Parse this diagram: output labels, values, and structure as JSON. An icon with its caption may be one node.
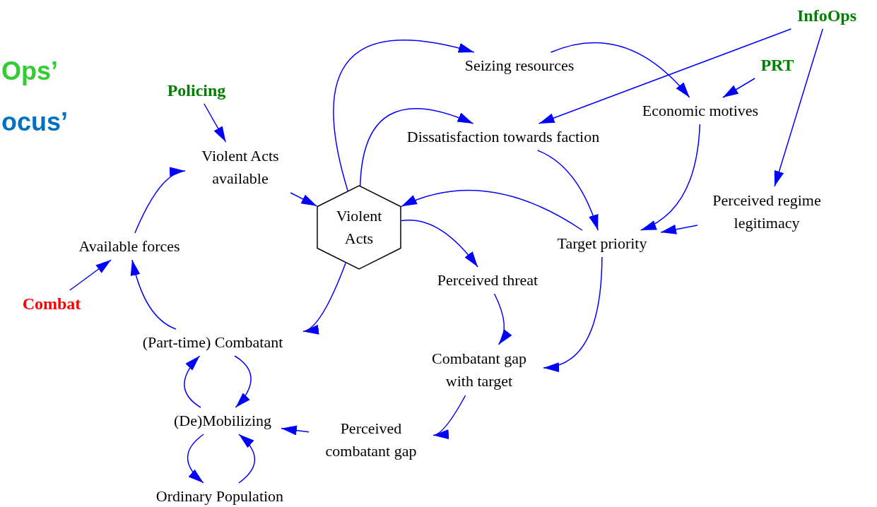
{
  "diagram": {
    "nodes": [
      {
        "text": [
          "Policing"
        ]
      },
      {
        "text": [
          "Violent Acts available"
        ]
      },
      {
        "text": [
          "Violent Acts"
        ]
      },
      {
        "text": [
          "Seizing resources"
        ]
      },
      {
        "text": [
          "Dissatisfaction towards faction"
        ]
      },
      {
        "text": [
          "InfoOps"
        ]
      },
      {
        "text": [
          "PRT"
        ]
      },
      {
        "text": [
          "Economic motives"
        ]
      },
      {
        "text": [
          "Perceived regime legitimacy"
        ]
      },
      {
        "text": [
          "Target priority"
        ]
      },
      {
        "text": [
          "Perceived threat"
        ]
      },
      {
        "text": [
          "Available forces"
        ]
      },
      {
        "text": [
          "Combat"
        ]
      },
      {
        "text": [
          "(Part-time) Combatant"
        ]
      },
      {
        "text": [
          "Combatant gap with target"
        ]
      },
      {
        "text": [
          "(De)Mobilizing"
        ]
      },
      {
        "text": [
          "Perceived combatant gap"
        ]
      },
      {
        "text": [
          "Ordinary Population"
        ]
      }
    ],
    "edges": [
      {
        "from": 0,
        "to": 1,
        "arrow": "to"
      },
      {
        "from": 1,
        "to": 2,
        "arrow": "to"
      },
      {
        "from": 2,
        "to": 3,
        "arrow": "to"
      },
      {
        "from": 2,
        "to": 4,
        "arrow": "to"
      },
      {
        "from": 3,
        "to": 7,
        "arrow": "to"
      },
      {
        "from": 5,
        "to": 4,
        "arrow": "to"
      },
      {
        "from": 5,
        "to": 8,
        "arrow": "to"
      },
      {
        "from": 6,
        "to": 7,
        "arrow": "to"
      },
      {
        "from": 4,
        "to": 9,
        "arrow": "to"
      },
      {
        "from": 7,
        "to": 9,
        "arrow": "to"
      },
      {
        "from": 8,
        "to": 9,
        "arrow": "to"
      },
      {
        "from": 9,
        "to": 2,
        "arrow": "to"
      },
      {
        "from": 2,
        "to": 10,
        "arrow": "to"
      },
      {
        "from": 9,
        "to": 14,
        "arrow": "to"
      },
      {
        "from": 10,
        "to": 14,
        "arrow": "to"
      },
      {
        "from": 14,
        "to": 16,
        "arrow": "to"
      },
      {
        "from": 16,
        "to": 15,
        "arrow": "to"
      },
      {
        "from": 2,
        "to": 13,
        "arrow": "to"
      },
      {
        "from": 13,
        "to": 11,
        "arrow": "to"
      },
      {
        "from": 12,
        "to": 11,
        "arrow": "to"
      },
      {
        "from": 11,
        "to": 1,
        "arrow": "to"
      },
      {
        "from": 15,
        "to": 13,
        "arrow": "to"
      },
      {
        "from": 13,
        "to": 15,
        "arrow": "to"
      },
      {
        "from": 15,
        "to": 17,
        "arrow": "to"
      },
      {
        "from": 17,
        "to": 15,
        "arrow": "to"
      }
    ],
    "labels": [
      "Ops’",
      "ocus’"
    ]
  }
}
